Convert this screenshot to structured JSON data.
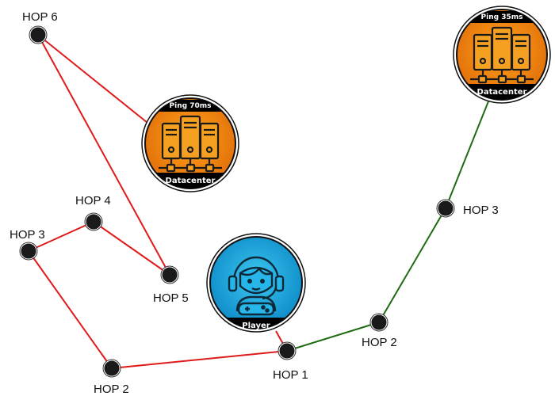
{
  "colors": {
    "slow_route": "#e01a1a",
    "fast_route": "#1e6b12",
    "datacenter_fill": "#f08a0a",
    "player_fill": "#1aa8e0",
    "node_fill": "#1a1a1a"
  },
  "player": {
    "label": "Player",
    "icon": "gamer-headset-controller-icon"
  },
  "datacenter_far": {
    "ping": "Ping 70ms",
    "label": "Datacenter",
    "icon": "server-rack-icon"
  },
  "datacenter_near": {
    "ping": "Ping 35ms",
    "label": "Datacenter",
    "icon": "server-rack-icon"
  },
  "hops": {
    "shared_hop1": "HOP 1",
    "red_hop2": "HOP 2",
    "red_hop3": "HOP 3",
    "red_hop4": "HOP 4",
    "red_hop5": "HOP 5",
    "red_hop6": "HOP 6",
    "green_hop2": "HOP 2",
    "green_hop3": "HOP 3"
  }
}
